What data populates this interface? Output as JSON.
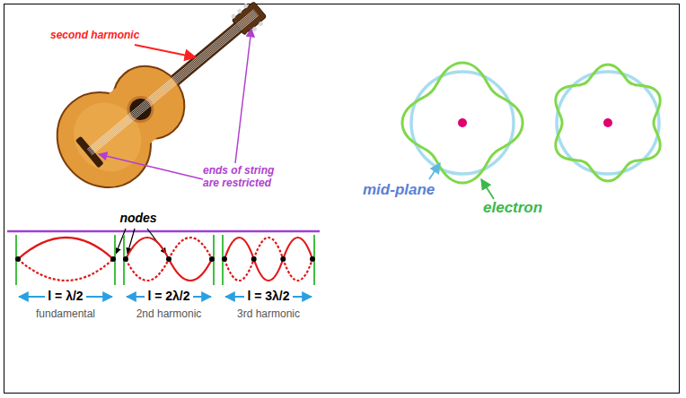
{
  "diagram": {
    "labels": [
      "second harmonic",
      "ends of string are restricted",
      "nodes",
      "l = λ/2",
      "fundamental",
      "l = 2λ/2",
      "2nd harmonic",
      "l = 3λ/2",
      "3rd harmonic",
      "mid-plane",
      "electron"
    ]
  }
}
